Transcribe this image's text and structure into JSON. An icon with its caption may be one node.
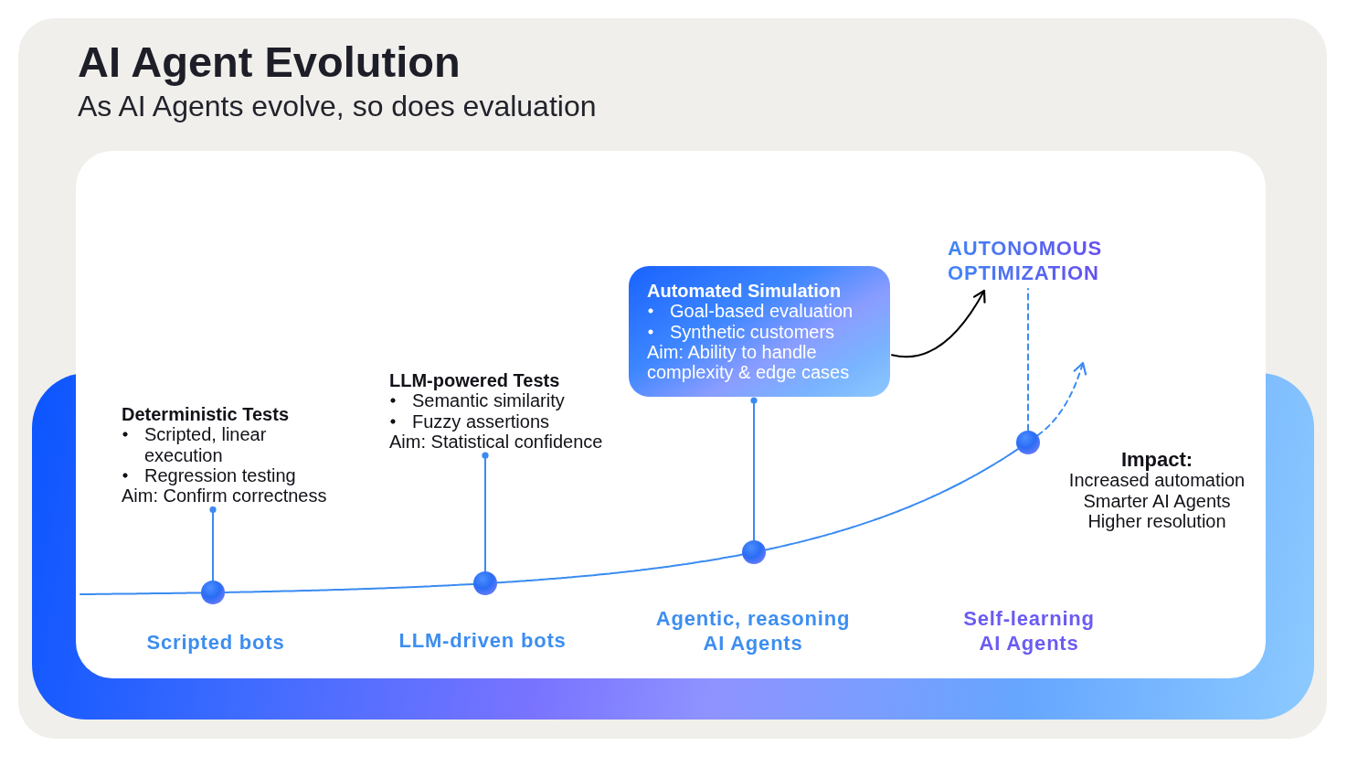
{
  "diagram": {
    "title": "AI Agent Evolution",
    "nodes": [
      {
        "text": [
          "Deterministic Tests",
          "Scripted, linear execution",
          "Regression testing",
          "Aim: Confirm correctness"
        ]
      },
      {
        "text": [],
        "shape": "circle",
        "beside": [
          "Scripted bots"
        ]
      },
      {
        "text": [
          "LLM-powered Tests",
          "Semantic similarity",
          "Fuzzy assertions",
          "Aim: Statistical confidence"
        ]
      },
      {
        "text": [],
        "shape": "circle",
        "beside": [
          "LLM-driven bots"
        ]
      },
      {
        "text": [
          "Automated Simulation",
          "Goal-based evaluation",
          "Synthetic customers",
          "Aim: Ability to handle complexity & edge cases"
        ]
      },
      {
        "text": [],
        "shape": "circle",
        "beside": [
          "Agentic, reasoning AI Agents"
        ]
      },
      {
        "text": [
          "AUTONOMOUS OPTIMIZATION"
        ]
      },
      {
        "text": [],
        "shape": "circle"
      }
    ],
    "edges": [
      {
        "from": 1,
        "to": 0,
        "arrow": "other"
      },
      {
        "from": 3,
        "to": 2,
        "arrow": "other"
      },
      {
        "from": 5,
        "to": 4,
        "arrow": "other"
      },
      {
        "from": 7,
        "to": 6,
        "arrow": "none",
        "style": "dashed"
      },
      {
        "from": 4,
        "to": 6,
        "arrow": "to",
        "color": "#000000"
      },
      {
        "from": null,
        "to": 1,
        "arrow": "none"
      },
      {
        "from": 1,
        "to": 3,
        "arrow": "none"
      },
      {
        "from": 3,
        "to": 5,
        "arrow": "none"
      },
      {
        "from": 5,
        "to": 7,
        "arrow": "none"
      },
      {
        "from": 7,
        "to": null,
        "arrow": "to",
        "style": "dashed"
      }
    ],
    "labels": [
      "As AI Agents evolve, so does evaluation",
      "Impact:",
      "Increased automation",
      "Smarter AI Agents",
      "Higher resolution",
      "Self-learning AI Agents"
    ]
  }
}
